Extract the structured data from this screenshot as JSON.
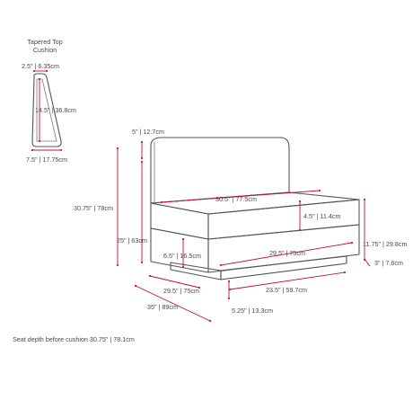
{
  "colors": {
    "dimension": "#c8102e",
    "outline": "#555555",
    "text": "#4a4a4a",
    "background": "#ffffff"
  },
  "cushion": {
    "title_line1": "Tapered Top",
    "title_line2": "Cushion",
    "top_width": "2.5\" | 6.35cm",
    "height": "14.5\" | 36.8cm",
    "bottom_width": "7.5\" | 17.75cm"
  },
  "sofa": {
    "back_cushion_top": "5\" | 12.7cm",
    "overall_height": "30.75\" | 78cm",
    "back_height": "25\" | 63cm",
    "seat_width": "30.5\" | 77.5cm",
    "seat_cushion_height": "4.5\" | 11.4cm",
    "seat_height_from_base": "6.5\" | 16.5cm",
    "base_width": "29.5\" | 75cm",
    "base_box_height": "11.75\" | 29.8cm",
    "plinth_height": "3\" | 7.6cm",
    "base_depth": "29.5\" | 75cm",
    "plinth_width": "23.5\" | 59.7cm",
    "overall_depth": "35\" | 89cm",
    "plinth_inset": "5.25\" | 13.3cm"
  },
  "footnote": "Seat depth before cushion 30.75\" | 78.1cm"
}
